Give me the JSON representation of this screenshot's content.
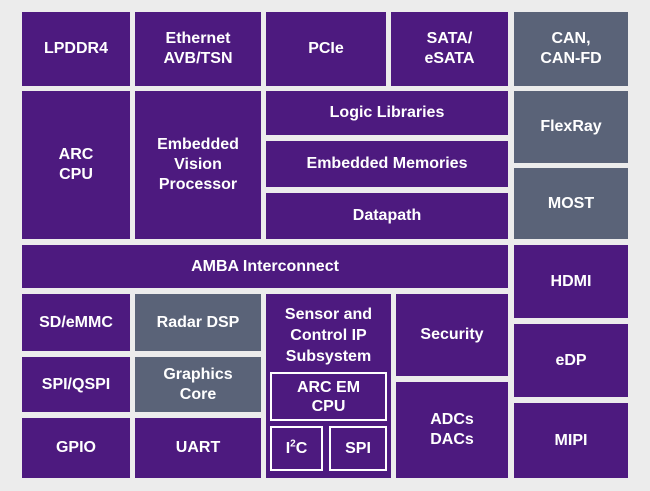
{
  "colors": {
    "purple": "#4d1a7f",
    "gray": "#5a6378",
    "background": "#ececec",
    "text": "#ffffff"
  },
  "blocks": {
    "lpddr4": "LPDDR4",
    "ethernet": "Ethernet\nAVB/TSN",
    "pcie": "PCIe",
    "sata": "SATA/\neSATA",
    "can": "CAN,\nCAN-FD",
    "arc_cpu": "ARC\nCPU",
    "embedded_vision": "Embedded\nVision\nProcessor",
    "logic_libraries": "Logic Libraries",
    "embedded_memories": "Embedded Memories",
    "datapath": "Datapath",
    "flexray": "FlexRay",
    "most": "MOST",
    "amba": "AMBA Interconnect",
    "hdmi": "HDMI",
    "sd_emmc": "SD/eMMC",
    "radar_dsp": "Radar DSP",
    "sensor_subsystem": "Sensor and\nControl IP\nSubsystem",
    "arc_em_cpu": "ARC EM\nCPU",
    "i2c_base": "I",
    "i2c_sup": "2",
    "i2c_tail": "C",
    "spi_inner": "SPI",
    "security": "Security",
    "edp": "eDP",
    "spi_qspi": "SPI/QSPI",
    "graphics_core": "Graphics\nCore",
    "adcs_dacs": "ADCs\nDACs",
    "gpio": "GPIO",
    "uart": "UART",
    "mipi": "MIPI"
  }
}
